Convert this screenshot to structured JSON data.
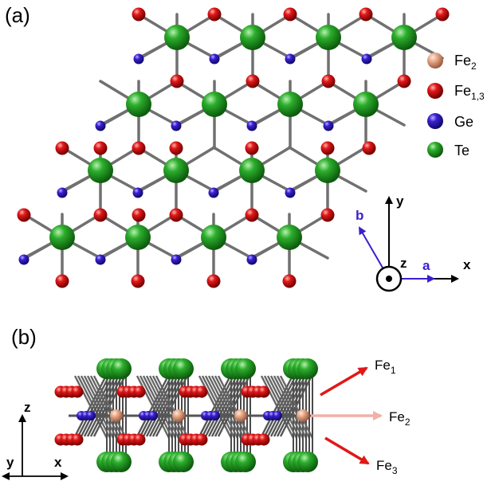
{
  "panel_a": {
    "label": "(a)"
  },
  "panel_b": {
    "label": "(b)"
  },
  "legend": [
    {
      "id": "fe2",
      "label": "Fe",
      "sub": "2",
      "color": "#e0a080"
    },
    {
      "id": "fe13",
      "label": "Fe",
      "sub": "1,3",
      "color": "#d01010"
    },
    {
      "id": "ge",
      "label": "Ge",
      "sub": "",
      "color": "#2a14b8"
    },
    {
      "id": "te",
      "label": "Te",
      "sub": "",
      "color": "#1a9a1a"
    }
  ],
  "axes_a": {
    "y": "y",
    "x": "x",
    "z": "z",
    "a": "a",
    "b": "b"
  },
  "axes_b": {
    "z": "z",
    "y": "y",
    "x": "x"
  },
  "arrows_b": [
    {
      "label": "Fe",
      "sub": "1",
      "color": "#e01818"
    },
    {
      "label": "Fe",
      "sub": "2",
      "color": "#f0b0a8"
    },
    {
      "label": "Fe",
      "sub": "3",
      "color": "#e01818"
    }
  ],
  "colors": {
    "bond": "#707070",
    "te": "#1a9a1a",
    "fe13": "#d01010",
    "ge": "#2a14b8",
    "fe2": "#e0a080",
    "axis_blue": "#3a1fd0"
  }
}
